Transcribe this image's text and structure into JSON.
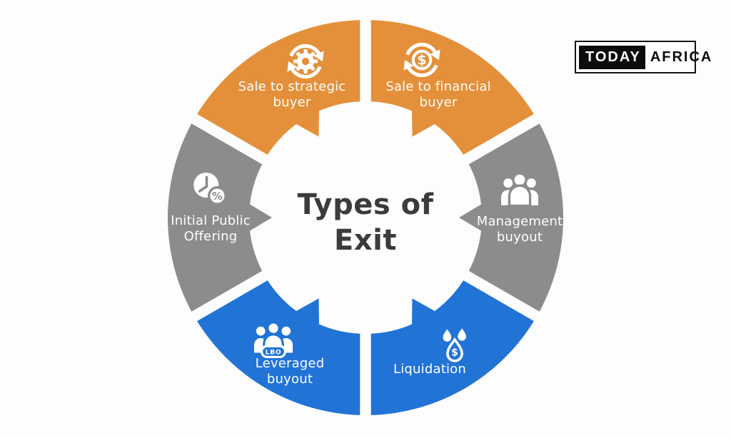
{
  "title": {
    "line1": "Types of",
    "line2": "Exit"
  },
  "logo": {
    "today": "TODAY",
    "africa": "AFRICA"
  },
  "glyphs": {
    "dollar": "$",
    "percent": "%",
    "lbo": "LBO"
  },
  "colors": {
    "orange": "#E4903A",
    "gray": "#8C8B8D",
    "blue": "#2173D6",
    "title_text": "#3B3B3D",
    "label_text": "#FFFFFF",
    "background": "#FDFDFE",
    "logo_black": "#0C0C0C"
  },
  "segments": [
    {
      "id": "sale-strategic",
      "label": "Sale to strategic buyer",
      "label_lines": [
        "Sale to strategic",
        "buyer"
      ],
      "color_key": "orange",
      "icon": "gear-cycle-icon"
    },
    {
      "id": "sale-financial",
      "label": "Sale to financial buyer",
      "label_lines": [
        "Sale to financial",
        "buyer"
      ],
      "color_key": "orange",
      "icon": "dollar-cycle-icon"
    },
    {
      "id": "management-buyout",
      "label": "Management buyout",
      "label_lines": [
        "Management",
        "buyout"
      ],
      "color_key": "gray",
      "icon": "people-icon"
    },
    {
      "id": "liquidation",
      "label": "Liquidation",
      "label_lines": [
        "Liquidation"
      ],
      "color_key": "blue",
      "icon": "money-droplets-icon"
    },
    {
      "id": "leveraged-buyout",
      "label": "Leveraged buyout",
      "label_lines": [
        "Leveraged",
        "buyout"
      ],
      "color_key": "blue",
      "icon": "people-lbo-icon"
    },
    {
      "id": "initial-public-offering",
      "label": "Initial Public Offering",
      "label_lines": [
        "Initial Public",
        "Offering"
      ],
      "color_key": "gray",
      "icon": "clock-percent-icon"
    }
  ]
}
